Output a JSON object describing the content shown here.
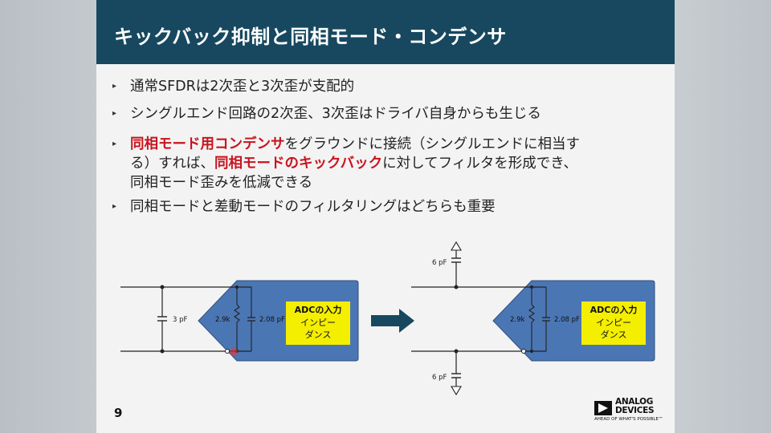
{
  "slide": {
    "title": "キックバック抑制と同相モード・コンデンサ",
    "bullets": [
      {
        "segments": [
          "通常SFDRは2次歪と3次歪が支配的"
        ]
      },
      {
        "segments": [
          "シングルエンド回路の2次歪、3次歪はドライバ自身からも生じる"
        ]
      },
      {
        "lines": [
          [
            {
              "text": "同相モード用コンデンサ",
              "red": true
            },
            {
              "text": "をグラウンドに接続（シングルエンドに相当す",
              "red": false
            }
          ],
          [
            {
              "text": "る）すれば、",
              "red": false
            },
            {
              "text": "同相モードのキックバック",
              "red": true
            },
            {
              "text": "に対してフィルタを形成でき、",
              "red": false
            }
          ],
          [
            {
              "text": "同相モード歪みを低減できる",
              "red": false
            }
          ]
        ]
      },
      {
        "segments": [
          "同相モードと差動モードのフィルタリングはどちらも重要"
        ]
      }
    ],
    "bullet_marker": "▸",
    "page_number": "9"
  },
  "diagram_left": {
    "cap_label": "3 pF",
    "resistor_label": "2.9k",
    "cap2_label": "2.08 pF",
    "adc_label_line1": "ADCの入力",
    "adc_label_line2": "インピー",
    "adc_label_line3": "ダンス"
  },
  "diagram_right": {
    "cap_top_label": "6 pF",
    "cap_bottom_label": "6 pF",
    "resistor_label": "2.9k",
    "cap2_label": "2.08 pF",
    "adc_label_line1": "ADCの入力",
    "adc_label_line2": "インピー",
    "adc_label_line3": "ダンス"
  },
  "logo": {
    "line1": "ANALOG",
    "line2": "DEVICES",
    "tagline": "AHEAD OF WHAT'S POSSIBLE™"
  },
  "colors": {
    "title_bar": "#17485f",
    "adc_block": "#4b76b4",
    "adc_label_bg": "#f4ee00",
    "highlight_red": "#c8141e",
    "arrow": "#17485f"
  }
}
